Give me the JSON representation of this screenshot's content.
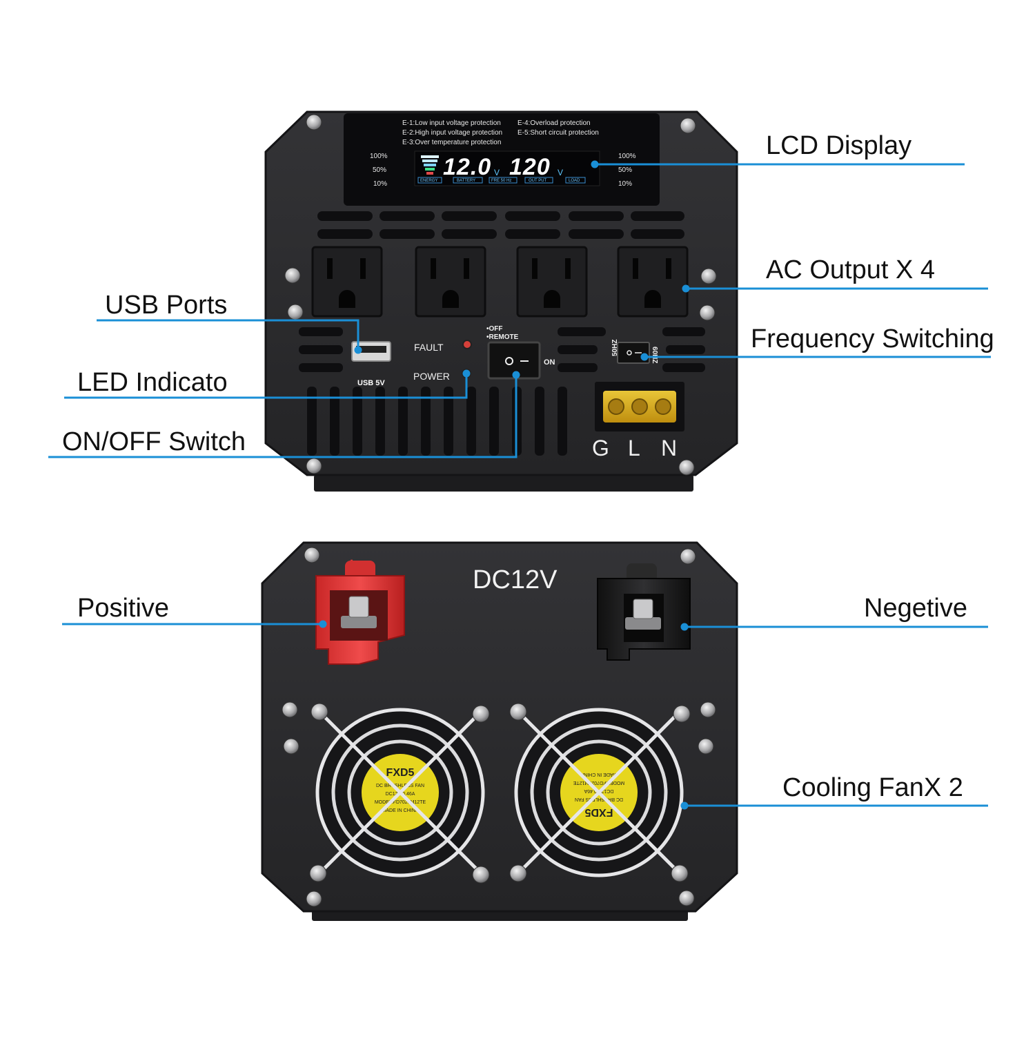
{
  "colors": {
    "leader": "#1a8fd6",
    "panel": "#2b2b2d",
    "panel_edge": "#1d1d1f",
    "lcd_screen": "#0a0a0c",
    "lcd_digits": "#ffffff",
    "positive_terminal": "#e23a3a",
    "negative_terminal": "#1c1c1c",
    "terminal_block": "#e7b51a",
    "fan_label": "#e6d61e",
    "fault_led": "#d6403a",
    "power_led": "#3bb54a"
  },
  "callouts": {
    "lcd_display": "LCD Display",
    "ac_output": "AC Output X 4",
    "usb_ports": "USB Ports",
    "frequency_switching": "Frequency Switching",
    "led_indicator": "LED Indicato",
    "on_off_switch": "ON/OFF Switch",
    "positive": "Positive",
    "negative": "Negetive",
    "cooling_fan": "Cooling FanX 2"
  },
  "front_panel": {
    "errors_left": [
      "E-1:Low input voltage protection",
      "E-2:High input voltage protection",
      "E-3:Over temperature protection"
    ],
    "errors_right": [
      "E-4:Overload protection",
      "E-5:Short circuit protection"
    ],
    "scale_left": [
      "100%",
      "50%",
      "10%"
    ],
    "scale_right": [
      "100%",
      "50%",
      "10%"
    ],
    "lcd_input_value": "12.0",
    "lcd_output_value": "120",
    "lcd_unit": "V",
    "lcd_tags": [
      "ENERGY",
      "BATTERY",
      "FRE 50 Hz",
      "OUT PUT",
      "LOAD"
    ],
    "fault_label": "FAULT",
    "power_label": "POWER",
    "usb_label": "USB 5V",
    "switch_off_label": "•OFF",
    "switch_remote_label": "•REMOTE",
    "switch_on_label": "ON",
    "freq_50": "50HZ",
    "freq_60": "60HZ",
    "terminal_g": "G",
    "terminal_l": "L",
    "terminal_n": "N"
  },
  "rear_panel": {
    "voltage_label": "DC12V",
    "plus_mark": "+",
    "fan_sticker_brand": "FXD5",
    "fan_sticker_line1": "DC BRUSHLESS FAN",
    "fan_sticker_line2": "DC12V 0.46A",
    "fan_sticker_line3": "MODEL:FD7025M12TE",
    "fan_sticker_line4": "MADE IN CHINA"
  }
}
